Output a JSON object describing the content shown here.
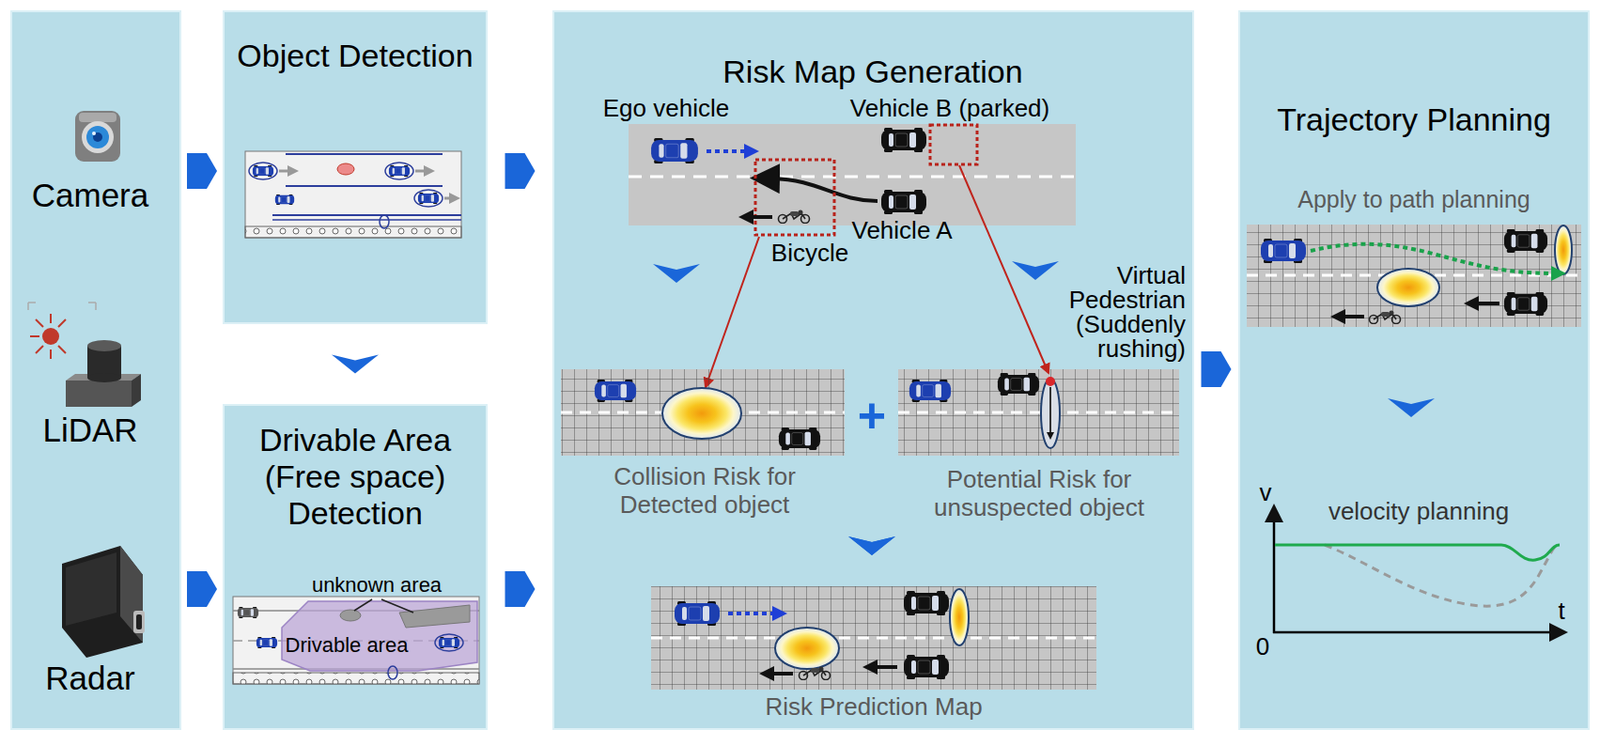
{
  "diagram": {
    "nodes": [
      {
        "text": [
          "Camera",
          "LiDAR",
          "Radar"
        ]
      },
      {
        "text": [
          "Object Detection"
        ]
      },
      {
        "text": [
          "Drivable Area (Free space) Detection",
          "unknown area",
          "Drivable area"
        ]
      },
      {
        "text": [
          "Risk Map Generation"
        ]
      },
      {
        "text": [
          "Ego vehicle",
          "Vehicle B (parked)",
          "Vehicle A",
          "Bicycle"
        ],
        "in": 3
      },
      {
        "text": [
          "Collision Risk for Detected object"
        ],
        "in": 3
      },
      {
        "text": [
          "Virtual Pedestrian (Suddenly rushing)",
          "Potential Risk for unsuspected object"
        ],
        "in": 3
      },
      {
        "text": [
          "Risk Prediction Map"
        ],
        "in": 3
      },
      {
        "text": [
          "Trajectory Planning"
        ]
      },
      {
        "text": [
          "Apply to path planning"
        ],
        "in": 8
      },
      {
        "text": [
          "velocity planning",
          "v",
          "t",
          "0"
        ],
        "in": 8
      }
    ],
    "edges": [
      {
        "from": 0,
        "to": 1,
        "arrow": "to"
      },
      {
        "from": 0,
        "to": 2,
        "arrow": "to"
      },
      {
        "from": 1,
        "to": 2,
        "arrow": "to"
      },
      {
        "from": 1,
        "to": 3,
        "arrow": "to"
      },
      {
        "from": 2,
        "to": 3,
        "arrow": "to"
      },
      {
        "from": 4,
        "to": 5,
        "arrow": "to"
      },
      {
        "from": 4,
        "to": 6,
        "arrow": "to"
      },
      {
        "from": 5,
        "to": 7,
        "arrow": "to"
      },
      {
        "from": 6,
        "to": 7,
        "arrow": "to"
      },
      {
        "from": 3,
        "to": 8,
        "arrow": "to"
      },
      {
        "from": 9,
        "to": 10,
        "arrow": "to"
      }
    ],
    "labels": [
      "+"
    ]
  }
}
